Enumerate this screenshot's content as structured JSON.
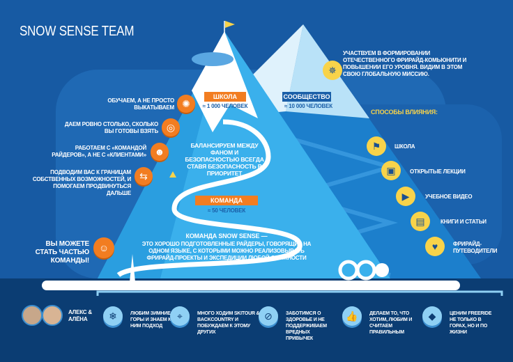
{
  "title": "SNOW SENSE TEAM",
  "levels": {
    "school": {
      "label": "ШКОЛА",
      "count": "≈ 1 000 человек"
    },
    "community": {
      "label": "СООБЩЕСТВО",
      "count": "≈ 10 000 человек"
    },
    "team": {
      "label": "КОМАНДА",
      "count": "≈ 50 человек"
    }
  },
  "balance_text": "Балансируем между фаном и безопасностью всегда ставя безопасность в приоритет",
  "team_desc": {
    "title": "Команда Snow Sense —",
    "body": "это хорошо подготовленные райдеры, говорящие на одном языке, с которыми можно реализовывать фрирайд-проекты и экспедиции любой сложности"
  },
  "school_points": [
    {
      "icon": "lightbulb-icon",
      "text": "Обучаем, а не просто выкатываем"
    },
    {
      "icon": "target-icon",
      "text": "Даем ровно столько, сколько вы готовы взять"
    },
    {
      "icon": "sunglasses-smiley-icon",
      "text": "Работаем с «командой райдеров», а не с «клиентами»"
    },
    {
      "icon": "signpost-icon",
      "text": "Подводим вас к границам собственных возможностей, и помогаем продвинуться дальше"
    }
  ],
  "join_text": "Вы можете стать частью команды!",
  "community_text": "Участвуем в формировании отечественного фрирайд-комьюнити и повышении его уровня. Видим в этом свою глобальную миссию.",
  "influence": {
    "title": "Способы влияния:",
    "items": [
      {
        "icon": "flag-icon",
        "label": "Школа"
      },
      {
        "icon": "lecture-icon",
        "label": "Открытые лекции"
      },
      {
        "icon": "video-icon",
        "label": "Учебное видео"
      },
      {
        "icon": "book-icon",
        "label": "Книги и статьи"
      },
      {
        "icon": "map-pin-icon",
        "label": "Фрирайд-путеводители"
      }
    ]
  },
  "founders": "Алекс & Алёна",
  "values": [
    {
      "icon": "snowflake-icon",
      "text": "Любим зимние горы и знаем к ним подход"
    },
    {
      "icon": "map-icon",
      "text": "Много ходим skitour & backcountry и побуждаем к этому других"
    },
    {
      "icon": "no-smoking-icon",
      "text": "Заботимся о здоровье и не поддерживаем вредных привычек"
    },
    {
      "icon": "thumbs-up-icon",
      "text": "Делаем то, что хотим, любим и считаем правильным"
    },
    {
      "icon": "road-sign-icon",
      "text": "Ценим freeride не только в горах, но и по жизни"
    }
  ],
  "colors": {
    "bg": "#175aa3",
    "dark": "#0b3d73",
    "orange": "#f27d21",
    "yellow": "#f8d34a",
    "light": "#8fd0f4"
  }
}
